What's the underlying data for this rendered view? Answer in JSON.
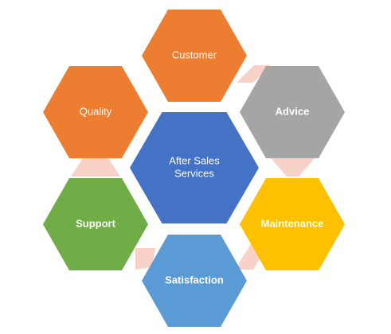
{
  "diagram": {
    "connector_color": "#f8d2c6",
    "center": {
      "lines": [
        "After Sales",
        "Services"
      ],
      "color": "#4472c4"
    },
    "nodes": [
      {
        "id": "customer",
        "label": "Customer",
        "color": "#ed7d31",
        "bold": false
      },
      {
        "id": "advice",
        "label": "Advice",
        "color": "#a5a5a5",
        "bold": true
      },
      {
        "id": "maintenance",
        "label": "Maintenance",
        "color": "#ffc000",
        "bold": true
      },
      {
        "id": "satisfaction",
        "label": "Satisfaction",
        "color": "#5b9bd5",
        "bold": true
      },
      {
        "id": "support",
        "label": "Support",
        "color": "#70ad47",
        "bold": true
      },
      {
        "id": "quality",
        "label": "Quality",
        "color": "#ed7d31",
        "bold": false
      }
    ]
  }
}
